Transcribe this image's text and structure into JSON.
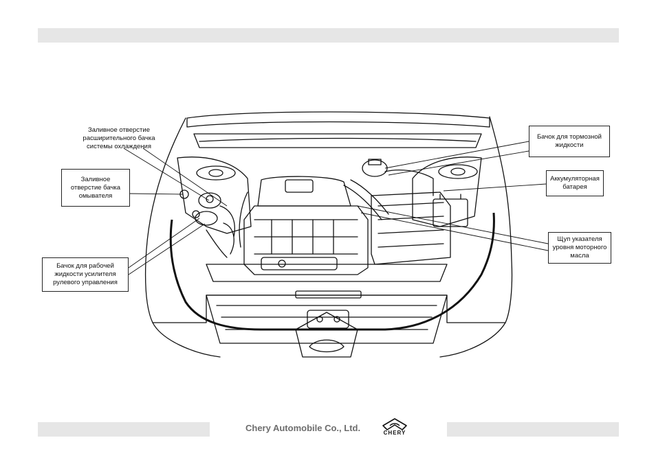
{
  "callouts": {
    "coolant": "Заливное отверстие\nрасширительного бачка\nсистемы охлаждения",
    "washer": "Заливное\nотверстие бачка\nомывателя",
    "power_steering": "Бачок для рабочей\nжидкости усилителя\nрулевого управления",
    "brake_fluid": "Бачок для тормозной\nжидкости",
    "battery": "Аккумуляторная\nбатарея",
    "dipstick": "Щуп указателя\nуровня моторного\nмасла"
  },
  "footer": {
    "company": "Chery Automobile Co., Ltd.",
    "brand": "CHERY"
  }
}
